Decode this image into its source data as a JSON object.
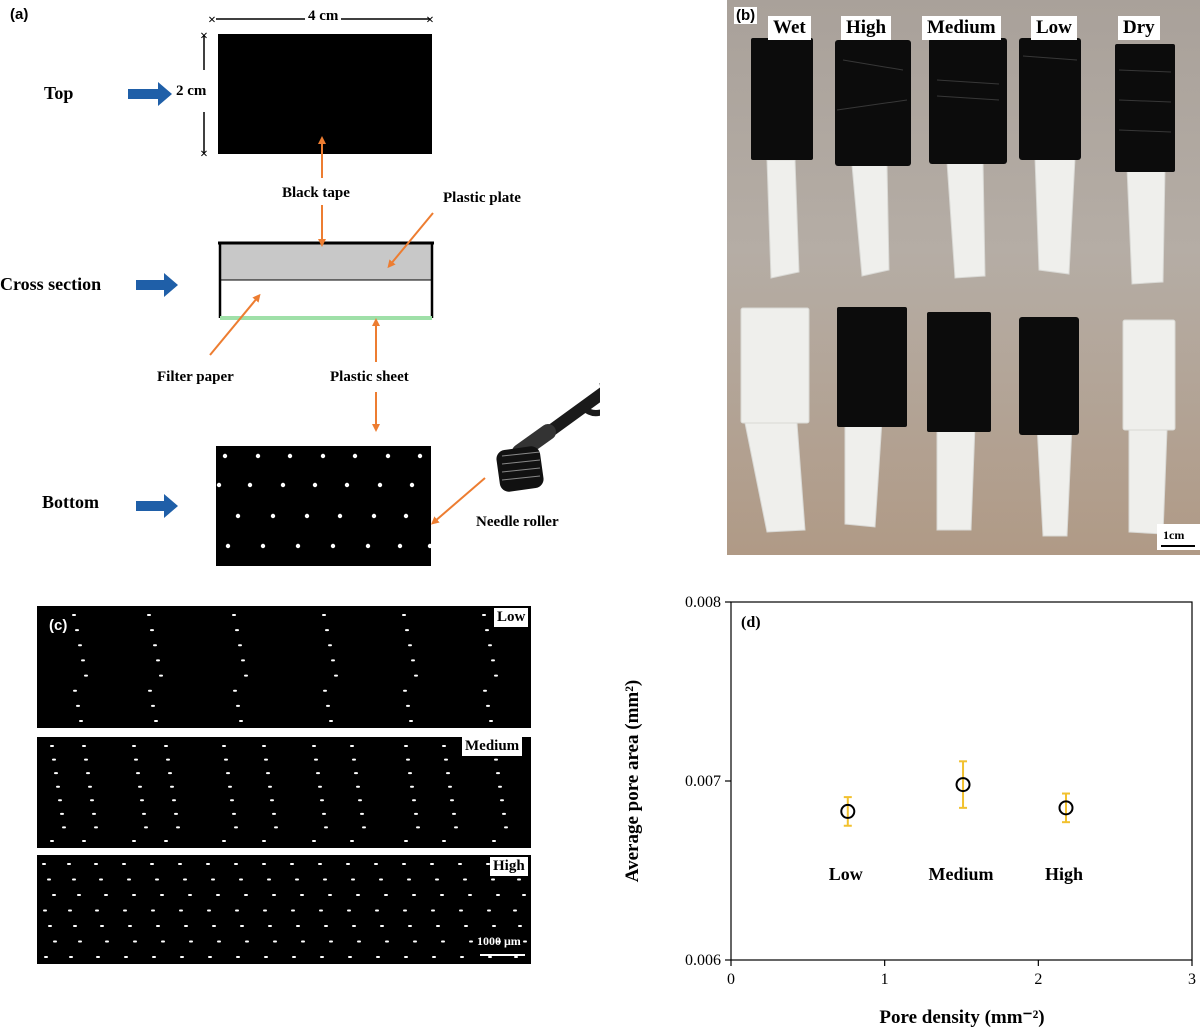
{
  "panel_a": {
    "label": "(a)",
    "width_dim": "4 cm",
    "height_dim": "2 cm",
    "views": {
      "top": "Top",
      "cross": "Cross section",
      "bottom": "Bottom"
    },
    "callouts": {
      "black_tape": "Black tape",
      "plastic_plate": "Plastic plate",
      "filter_paper": "Filter paper",
      "plastic_sheet": "Plastic sheet",
      "needle_roller": "Needle roller"
    },
    "colors": {
      "arrow_blue": "#1f5fa8",
      "callout_orange": "#ed7d31",
      "plate_gray": "#c8c8c8",
      "sheet_green": "#9fe0a8"
    }
  },
  "panel_b": {
    "label": "(b)",
    "columns": [
      "Wet",
      "High",
      "Medium",
      "Low",
      "Dry"
    ],
    "scale_bar": "1cm"
  },
  "panel_c": {
    "label": "(c)",
    "rows": [
      "Low",
      "Medium",
      "High"
    ],
    "scale_bar": "1000 μm"
  },
  "panel_d": {
    "label": "(d)",
    "group_labels": [
      "Low",
      "Medium",
      "High"
    ]
  },
  "chart_data": {
    "type": "scatter",
    "xlabel": "Pore density (mm⁻²)",
    "ylabel": "Average pore area (mm²)",
    "xlim": [
      0,
      3
    ],
    "ylim": [
      0.006,
      0.008
    ],
    "xticks": [
      "0",
      "1",
      "2",
      "3"
    ],
    "yticks": [
      "0.006",
      "0.007",
      "0.008"
    ],
    "grid": false,
    "series": [
      {
        "points": [
          {
            "label": "Low",
            "x": 0.76,
            "y": 0.00683,
            "err": 8e-05
          },
          {
            "label": "Medium",
            "x": 1.51,
            "y": 0.00698,
            "err": 0.00013
          },
          {
            "label": "High",
            "x": 2.18,
            "y": 0.00685,
            "err": 8e-05
          }
        ],
        "marker_color": "#000000",
        "error_color": "#f2c12e"
      }
    ]
  }
}
